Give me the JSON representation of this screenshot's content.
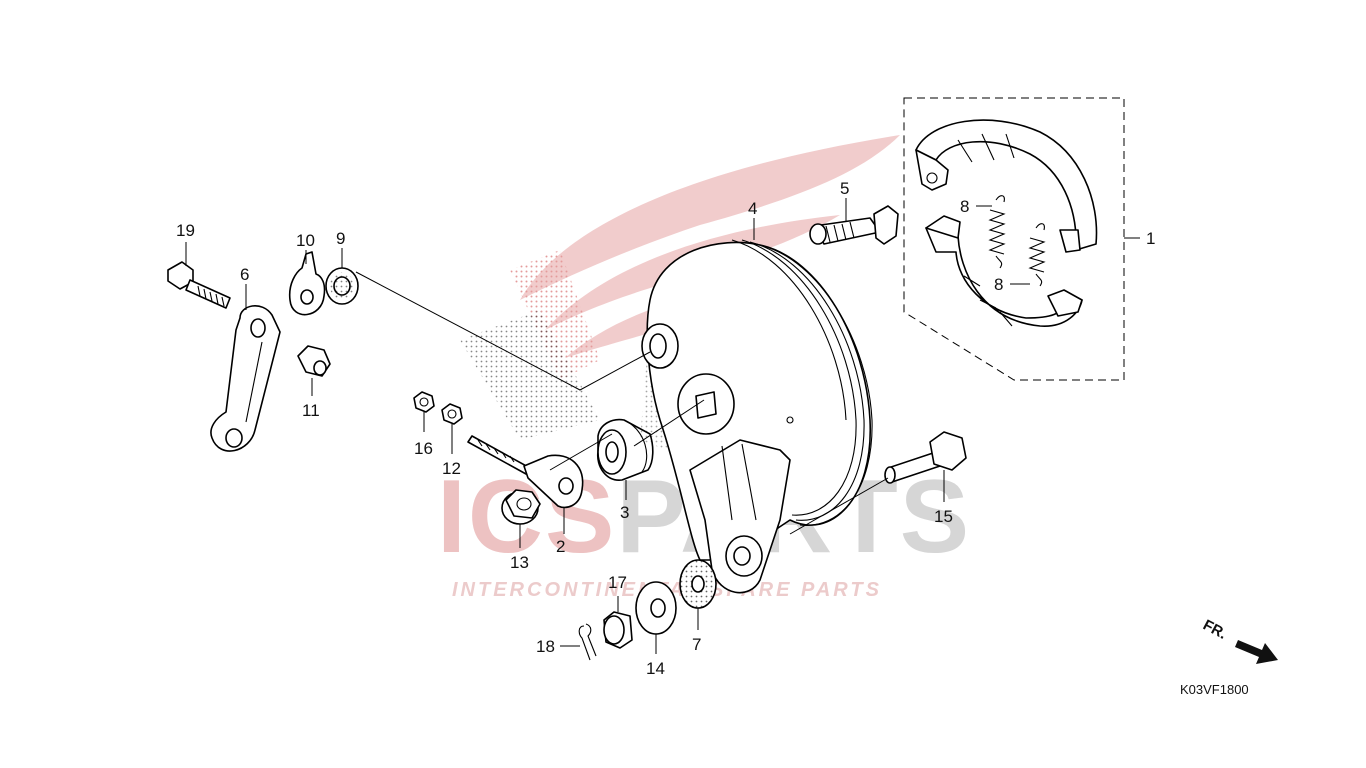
{
  "diagram": {
    "drawing_code": "K03VF1800",
    "front_indicator": "FR.",
    "watermark": {
      "brand_part1": "ICS",
      "brand_part2": "PARTS",
      "tagline": "INTERCONTINENTAL SPARE PARTS",
      "color_red": "#e8b3b3",
      "color_gray": "#c9c9c9"
    },
    "callouts": [
      "1",
      "2",
      "3",
      "4",
      "5",
      "6",
      "7",
      "8",
      "8",
      "9",
      "10",
      "11",
      "12",
      "13",
      "14",
      "15",
      "16",
      "17",
      "18",
      "19"
    ]
  }
}
